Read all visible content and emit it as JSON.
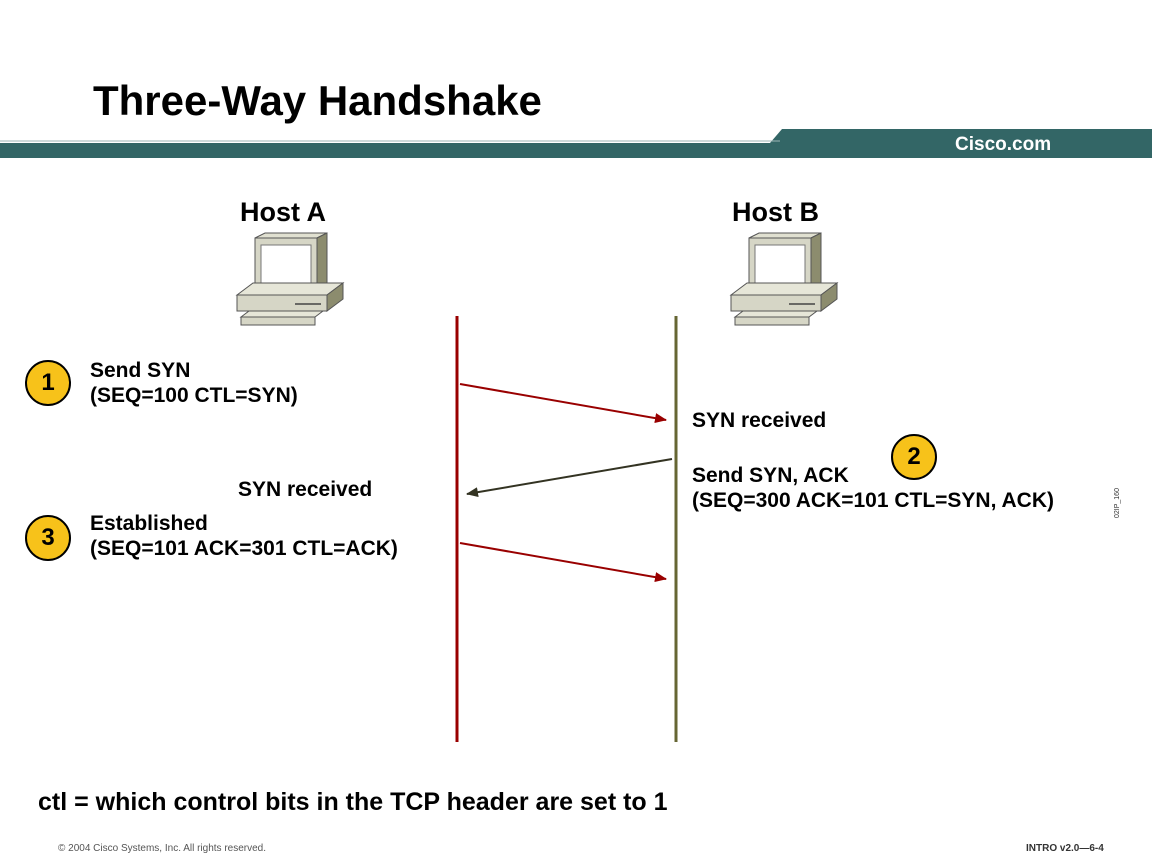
{
  "slide": {
    "title": "Three-Way Handshake",
    "brand": "Cisco.com",
    "footnote": "ctl = which control bits in the TCP header are set to 1",
    "copyright": "© 2004 Cisco Systems, Inc. All rights reserved.",
    "course_ref": "INTRO v2.0—6-4",
    "figure_ref": "02IP_160"
  },
  "hosts": {
    "a": {
      "label": "Host A",
      "icon": "computer-icon"
    },
    "b": {
      "label": "Host B",
      "icon": "computer-icon"
    }
  },
  "steps": [
    {
      "number": "1",
      "line1": "Send SYN",
      "line2": "(SEQ=100 CTL=SYN)"
    },
    {
      "number": "2",
      "received": "SYN received",
      "line1": "Send SYN, ACK",
      "line2": "(SEQ=300 ACK=101 CTL=SYN, ACK)"
    },
    {
      "number": "3",
      "received": "SYN received",
      "line1": "Established",
      "line2": "(SEQ=101 ACK=301 CTL=ACK)"
    }
  ],
  "step1_received": "SYN received",
  "colors": {
    "banner": "#336666",
    "timeline_a": "#990000",
    "timeline_b": "#666633",
    "arrow_ab": "#990000",
    "arrow_ba": "#333322",
    "step_circle": "#f7c21a"
  }
}
